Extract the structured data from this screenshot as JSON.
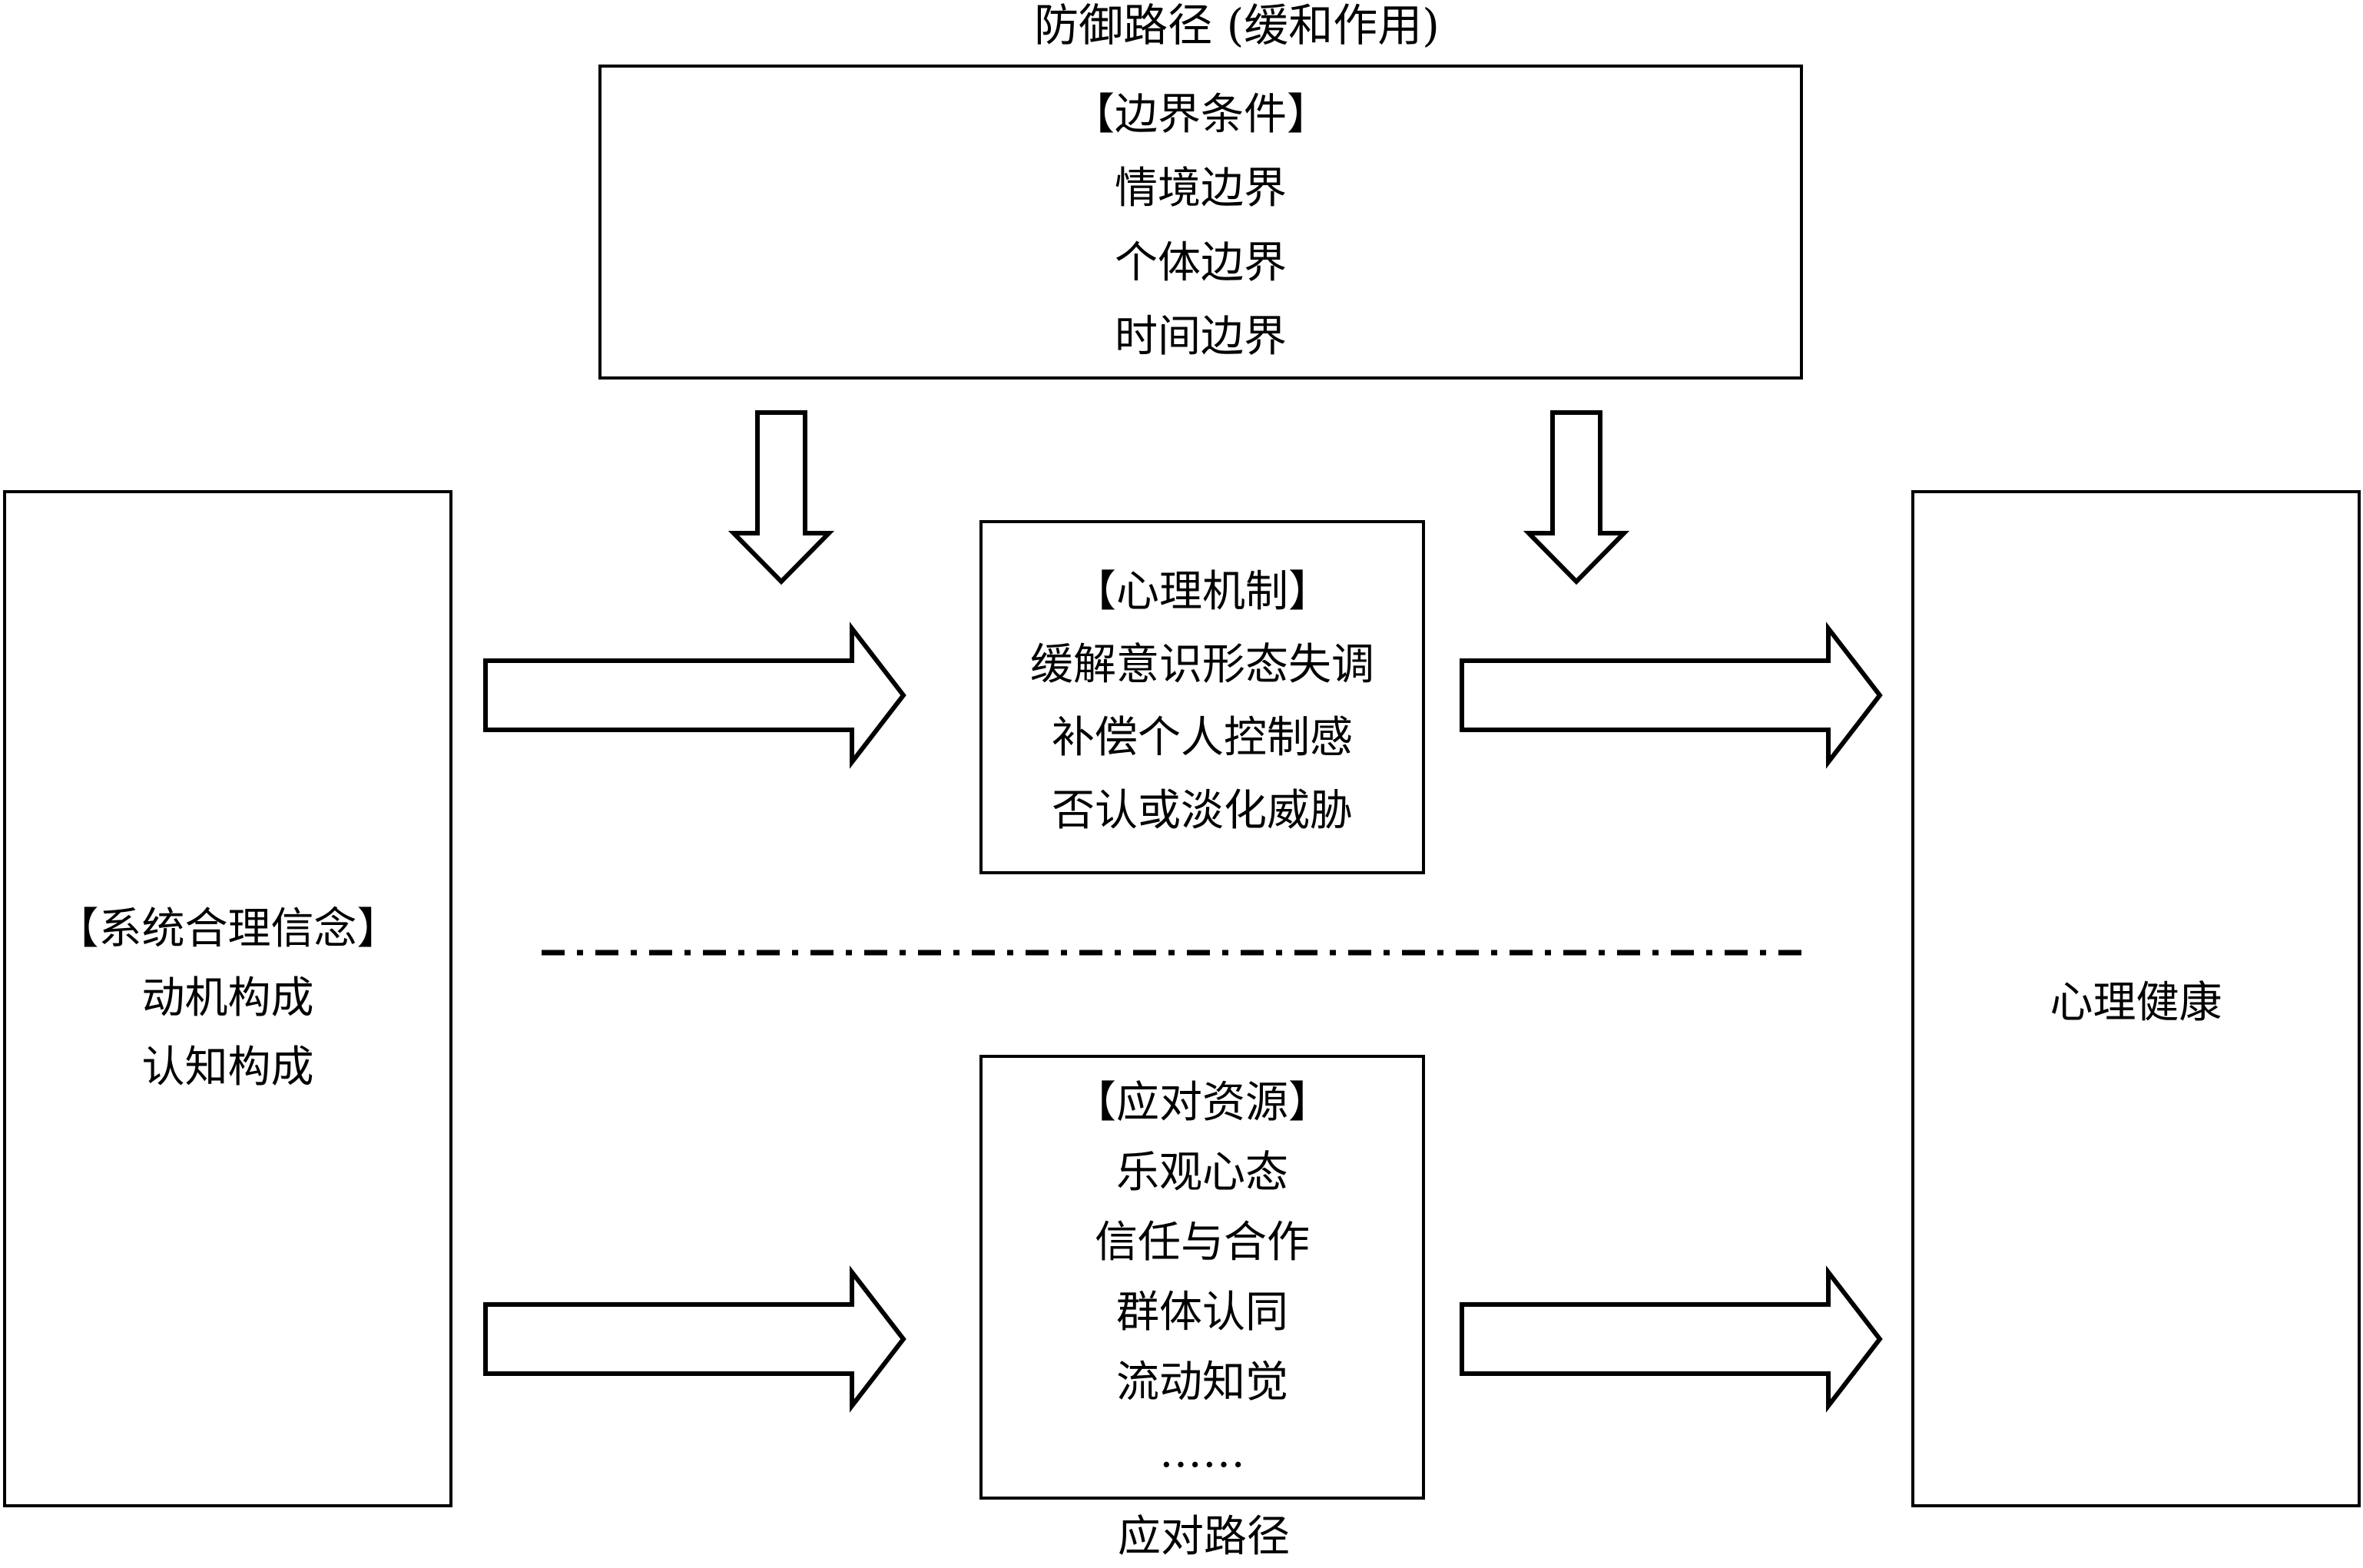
{
  "diagram": {
    "title": "防御路径 (缓和作用)",
    "bottom_label": "应对路径",
    "boxes": {
      "boundary": {
        "header": "【边界条件】",
        "items": [
          "情境边界",
          "个体边界",
          "时间边界"
        ]
      },
      "belief": {
        "header": "【系统合理信念】",
        "items": [
          "动机构成",
          "认知构成"
        ]
      },
      "mechanism": {
        "header": "【心理机制】",
        "items": [
          "缓解意识形态失调",
          "补偿个人控制感",
          "否认或淡化威胁"
        ]
      },
      "resources": {
        "header": "【应对资源】",
        "items": [
          "乐观心态",
          "信任与合作",
          "群体认同",
          "流动知觉",
          "……"
        ]
      },
      "outcome": {
        "label": "心理健康"
      }
    },
    "colors": {
      "line": "#000000",
      "background": "#ffffff",
      "arrow_fill": "#ffffff"
    }
  }
}
